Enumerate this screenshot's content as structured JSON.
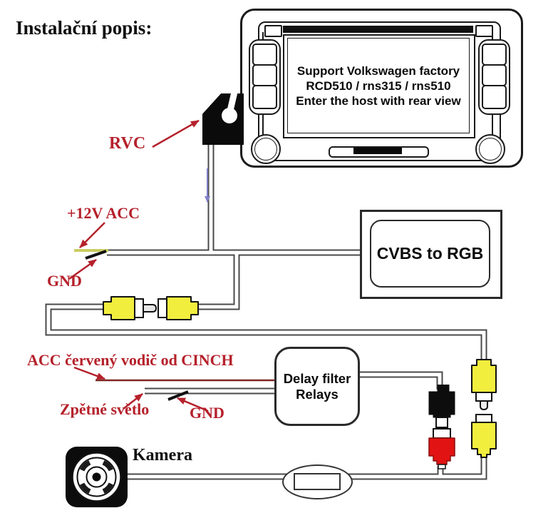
{
  "title": "Instalační popis:",
  "head_unit": {
    "screen_lines": [
      "Support Volkswagen factory",
      "RCD510 / rns315 / rns510",
      "Enter the host with rear view"
    ]
  },
  "labels": {
    "rvc": "RVC",
    "plus12v_acc": "+12V ACC",
    "gnd_top": "GND",
    "acc_cinch": "ACC červený vodič od CINCH",
    "zpetne_svetlo": "Zpětné světlo",
    "gnd_bottom": "GND",
    "kamera": "Kamera"
  },
  "boxes": {
    "cvbs": "CVBS to RGB",
    "delay": [
      "Delay filter",
      "Relays"
    ]
  },
  "colors": {
    "label_red": "#b5212b",
    "connector_yellow": "#f2ee3e",
    "connector_red": "#e21313",
    "connector_black": "#0d0d0d",
    "wire_outline": "#4a4a4a",
    "acc_wire_yellow_green": "#c9cd62",
    "blue_arrow": "#8080c8"
  }
}
